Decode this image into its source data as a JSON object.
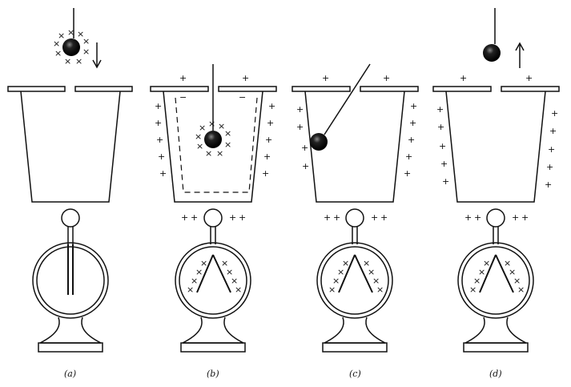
{
  "panels": [
    {
      "caption": "(a)"
    },
    {
      "caption": "(b)"
    },
    {
      "caption": "(c)"
    },
    {
      "caption": "(d)"
    }
  ],
  "charge_symbols": {
    "positive": "+",
    "negative": "−",
    "cross": "×"
  }
}
